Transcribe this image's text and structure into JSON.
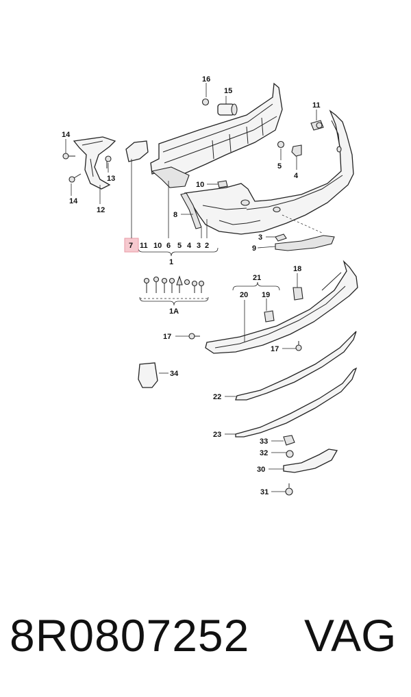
{
  "callouts": {
    "c16": "16",
    "c15": "15",
    "c11a": "11",
    "c14a": "14",
    "c14b": "14",
    "c13": "13",
    "c12": "12",
    "c10": "10",
    "c5a": "5",
    "c4a": "4",
    "c8": "8",
    "c3a": "3",
    "c9": "9",
    "r7": "7",
    "r11": "11",
    "r10": "10",
    "r6": "6",
    "r5": "5",
    "r4": "4",
    "r3": "3",
    "r2": "2",
    "c1": "1",
    "c1A": "1A",
    "c21": "21",
    "c18": "18",
    "c20": "20",
    "c19": "19",
    "c17a": "17",
    "c17b": "17",
    "c34": "34",
    "c22": "22",
    "c23": "23",
    "c33": "33",
    "c32": "32",
    "c30": "30",
    "c31": "31"
  },
  "highlight_color": "#f6c9cf",
  "footer": {
    "part_number": "8R0807252",
    "brand": "VAG"
  }
}
